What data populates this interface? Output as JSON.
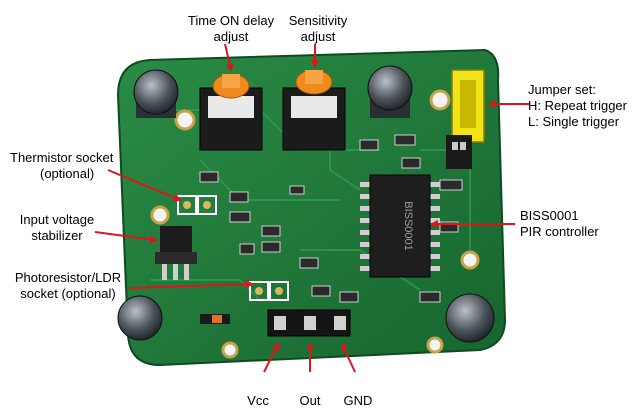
{
  "labels": {
    "time_delay": [
      "Time ON delay",
      "adjust"
    ],
    "sensitivity": [
      "Sensitivity",
      "adjust"
    ],
    "jumper": [
      "Jumper set:",
      "H: Repeat trigger",
      "L: Single trigger"
    ],
    "thermistor": [
      "Thermistor socket",
      "(optional)"
    ],
    "input_voltage": [
      "Input voltage",
      "stabilizer"
    ],
    "biss": [
      "BISS0001",
      "PIR controller"
    ],
    "photoresistor": [
      "Photoresistor/LDR",
      "socket (optional)"
    ],
    "vcc": "Vcc",
    "out": "Out",
    "gnd": "GND"
  },
  "chip_text": "BISS0001",
  "colors": {
    "pcb": "#1f7a3a",
    "arrow": "#e0141b",
    "pot_knob": "#f08a1c",
    "jumper": "#f2e21a"
  }
}
